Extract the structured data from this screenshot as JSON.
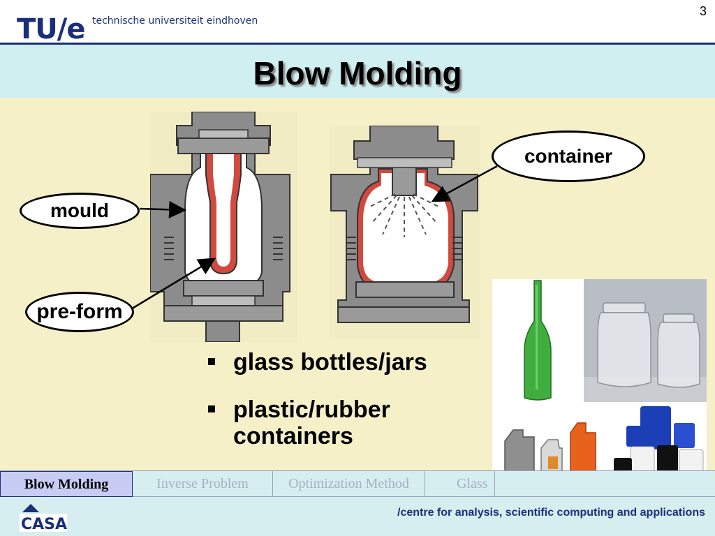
{
  "header": {
    "logo": "TU/e",
    "university": "technische universiteit eindhoven",
    "page_number": "3"
  },
  "slide": {
    "title": "Blow Molding",
    "labels": {
      "mould": "mould",
      "preform": "pre-form",
      "container": "container"
    },
    "bullets": [
      "glass bottles/jars",
      "plastic/rubber containers"
    ]
  },
  "nav": {
    "tabs": [
      {
        "label": "Blow Molding",
        "active": true
      },
      {
        "label": "Inverse Problem",
        "active": false
      },
      {
        "label": "Optimization Method",
        "active": false
      },
      {
        "label": "Glass",
        "active": false
      }
    ]
  },
  "footer": {
    "logo": "CASA",
    "tagline": "/centre for analysis, scientific computing and applications"
  },
  "colors": {
    "brand": "#1a2f7a",
    "content_bg": "#f6f0c8",
    "title_bg": "#cfeff1",
    "mould_gray": "#8c8c8c",
    "glass_red": "#d04a3f"
  }
}
